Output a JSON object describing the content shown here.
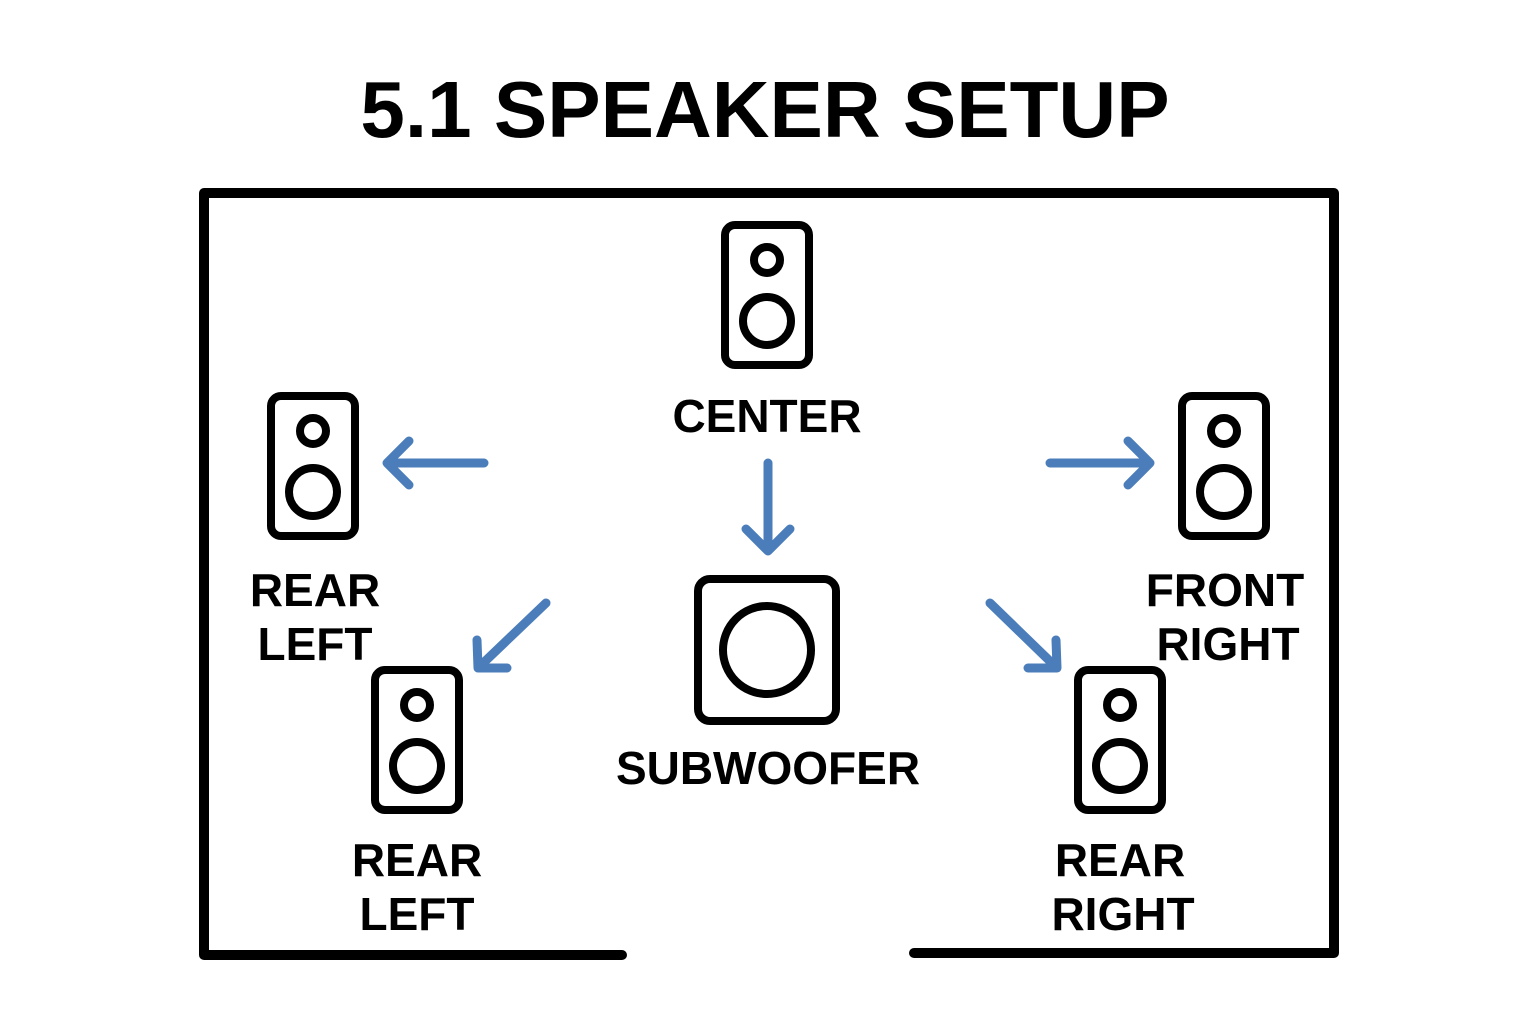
{
  "title": "5.1 SPEAKER SETUP",
  "colors": {
    "arrow": "#4A7DBA",
    "line": "#000000",
    "background": "#FFFFFF"
  },
  "room": {
    "layout": "rectangle with opening in bottom wall"
  },
  "speakers": [
    {
      "id": "center",
      "label_lines": [
        "CENTER"
      ],
      "type": "tower-speaker"
    },
    {
      "id": "rear-left-upper",
      "label_lines": [
        "REAR",
        "LEFT"
      ],
      "type": "tower-speaker"
    },
    {
      "id": "rear-left-lower",
      "label_lines": [
        "REAR",
        "LEFT"
      ],
      "type": "tower-speaker"
    },
    {
      "id": "subwoofer",
      "label_lines": [
        "SUBWOOFER"
      ],
      "type": "subwoofer"
    },
    {
      "id": "front-right",
      "label_lines": [
        "FRONT",
        "RIGHT"
      ],
      "type": "tower-speaker"
    },
    {
      "id": "rear-right",
      "label_lines": [
        "REAR",
        "RIGHT"
      ],
      "type": "tower-speaker"
    }
  ],
  "arrows": [
    {
      "id": "to-rear-left-upper",
      "direction": "left"
    },
    {
      "id": "center-to-subwoofer",
      "direction": "down"
    },
    {
      "id": "to-rear-left-lower",
      "direction": "down-left"
    },
    {
      "id": "to-front-right",
      "direction": "right"
    },
    {
      "id": "to-rear-right",
      "direction": "down-right"
    }
  ]
}
